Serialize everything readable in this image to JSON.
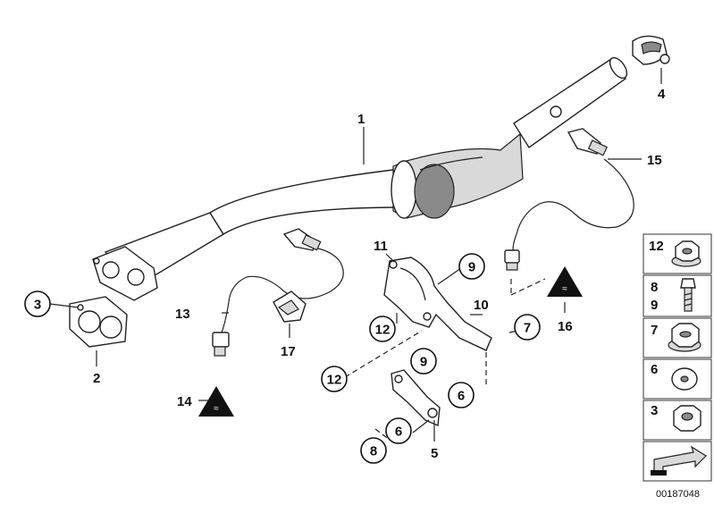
{
  "diagram_id": "00187048",
  "callouts": {
    "c1": "1",
    "c2": "2",
    "c3": "3",
    "c4": "4",
    "c5": "5",
    "c6a": "6",
    "c6b": "6",
    "c7": "7",
    "c8": "8",
    "c9a": "9",
    "c9b": "9",
    "c10": "10",
    "c11": "11",
    "c12a": "12",
    "c12b": "12",
    "c13": "13",
    "c14": "14",
    "c15": "15",
    "c16": "16",
    "c17": "17"
  },
  "legend": {
    "row12": "12",
    "row8": "8",
    "row9": "9",
    "row7": "7",
    "row6": "6",
    "row3": "3"
  },
  "warning_symbol_text": "≈"
}
